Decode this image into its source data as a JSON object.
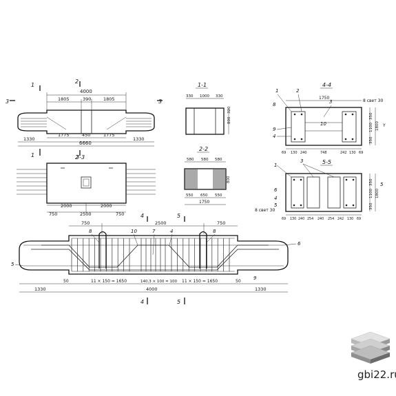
{
  "drawing": {
    "main_elevation": {
      "dims_top": [
        "1805",
        "390",
        "1805"
      ],
      "overall_top": "4000",
      "dims_bottom": [
        "1775",
        "450",
        "1775"
      ],
      "dims_ends": [
        "1330",
        "1330"
      ],
      "overall_length": "6660",
      "section_marks": [
        "1",
        "2",
        "3",
        "1",
        "2",
        "3"
      ]
    },
    "plan_view": {
      "dims": [
        "2000",
        "2000"
      ],
      "bottom_dims": [
        "750",
        "2500",
        "750"
      ],
      "title": "3-3"
    },
    "section_1_1": {
      "title": "1-1",
      "top_dims": [
        "330",
        "1000",
        "330"
      ],
      "side_dims": [
        "800",
        "320"
      ]
    },
    "section_2_2": {
      "title": "2-2",
      "top_dims": [
        "580",
        "580",
        "580"
      ],
      "bottom_dims": [
        "550",
        "650",
        "550"
      ],
      "overall": "1750",
      "side": "800"
    },
    "section_4_4": {
      "title": "4-4",
      "top_dim": "1750",
      "note": "8 свет 30",
      "callouts": [
        "1",
        "2",
        "3",
        "8",
        "9",
        "4",
        "10"
      ],
      "side_dims": [
        "350",
        "1100",
        "350"
      ],
      "side_total": "1800",
      "bottom_dims": [
        "69",
        "130",
        "240",
        "748",
        "242",
        "130",
        "69"
      ],
      "y_label": "Y"
    },
    "section_5_5": {
      "title": "5-5",
      "callouts": [
        "1",
        "3",
        "6",
        "4",
        "5",
        "5"
      ],
      "note": "8 свет 30",
      "side_dims": [
        "350",
        "1100",
        "350"
      ],
      "side_total": "1800",
      "bottom_dims": [
        "69",
        "130",
        "240",
        "254",
        "240",
        "254",
        "242",
        "130",
        "69"
      ]
    },
    "reinforcement_elevation": {
      "top_dims": [
        "750",
        "2500",
        "750"
      ],
      "callouts": [
        "8",
        "10",
        "7",
        "4",
        "8",
        "6",
        "5",
        "9"
      ],
      "section_marks": [
        "4",
        "5",
        "4",
        "5"
      ],
      "bottom_segments": [
        "50",
        "11 × 150 = 1650",
        "140,3 × 100 = 100",
        "11 × 150 = 1650",
        "50"
      ],
      "bottom_overall": [
        "1330",
        "4000",
        "1330"
      ]
    }
  },
  "watermark": {
    "site": "gbi22.ru",
    "colors": {
      "light": "#d9d9d9",
      "mid": "#9a9a9a",
      "dark": "#6b6b6b"
    }
  }
}
